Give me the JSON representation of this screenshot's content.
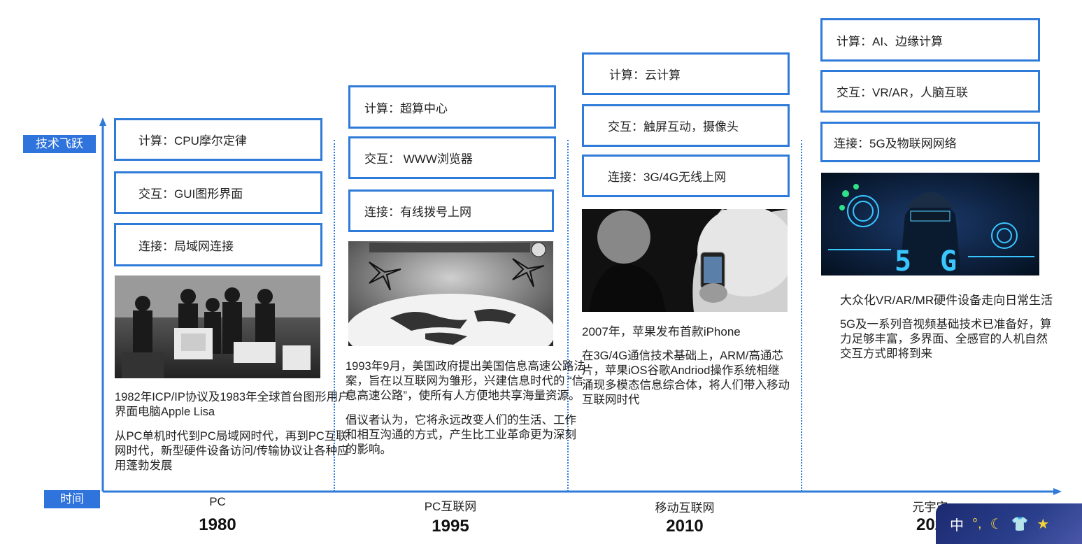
{
  "axes": {
    "y_label": "技术飞跃",
    "x_label": "时间"
  },
  "eras": [
    {
      "name": "PC",
      "year": "1980",
      "compute": "计算：CPU摩尔定律",
      "interact": "交互：GUI图形界面",
      "connect": "连接：局域网连接",
      "image_alt": "Apple Lisa team photo",
      "desc1": "1982年ICP/IP协议及1983年全球首台图形用户界面电脑Apple Lisa",
      "desc2": "从PC单机时代到PC局域网时代，再到PC互联网时代，新型硬件设备访问/传输协议让各种应用蓬勃发展"
    },
    {
      "name": "PC互联网",
      "year": "1995",
      "compute": "计算：超算中心",
      "interact": "交互： WWW浏览器",
      "connect": "连接：有线拨号上网",
      "image_alt": "Information infrastructure satellite globe",
      "desc1": "1993年9月，美国政府提出美国信息高速公路法案，旨在以互联网为雏形，兴建信息时代的 “信息高速公路”，使所有人方便地共享海量资源。",
      "desc2": "倡议者认为，它将永远改变人们的生活、工作和相互沟通的方式，产生比工业革命更为深刻的影响。"
    },
    {
      "name": "移动互联网",
      "year": "2010",
      "compute": "计算：云计算",
      "interact": "交互：触屏互动，摄像头",
      "connect": "连接：3G/4G无线上网",
      "image_alt": "iPhone launch photo",
      "desc1": "2007年，苹果发布首款iPhone",
      "desc2": "在3G/4G通信技术基础上，ARM/高通芯片，苹果iOS谷歌Andriod操作系统相继涌现多模态信息综合体，将人们带入移动互联网时代"
    },
    {
      "name": "元宇宙",
      "year": "202",
      "compute": "计算：AI、边缘计算",
      "interact": "交互：VR/AR，人脑互联",
      "connect": "连接：5G及物联网网络",
      "image_alt": "5G futuristic figure",
      "desc1": "大众化VR/AR/MR硬件设备走向日常生活",
      "desc2": "5G及一系列音视频基础技术已准备好，算力足够丰富，多界面、全感官的人机自然交互方式即将到来"
    }
  ],
  "ime_bar": {
    "mode": "中",
    "icons": [
      "punctuation-icon",
      "moon-icon",
      "shirt-icon",
      "star-icon"
    ]
  },
  "colors": {
    "accent": "#2f7bd9",
    "label_bg": "#2f73dc"
  }
}
